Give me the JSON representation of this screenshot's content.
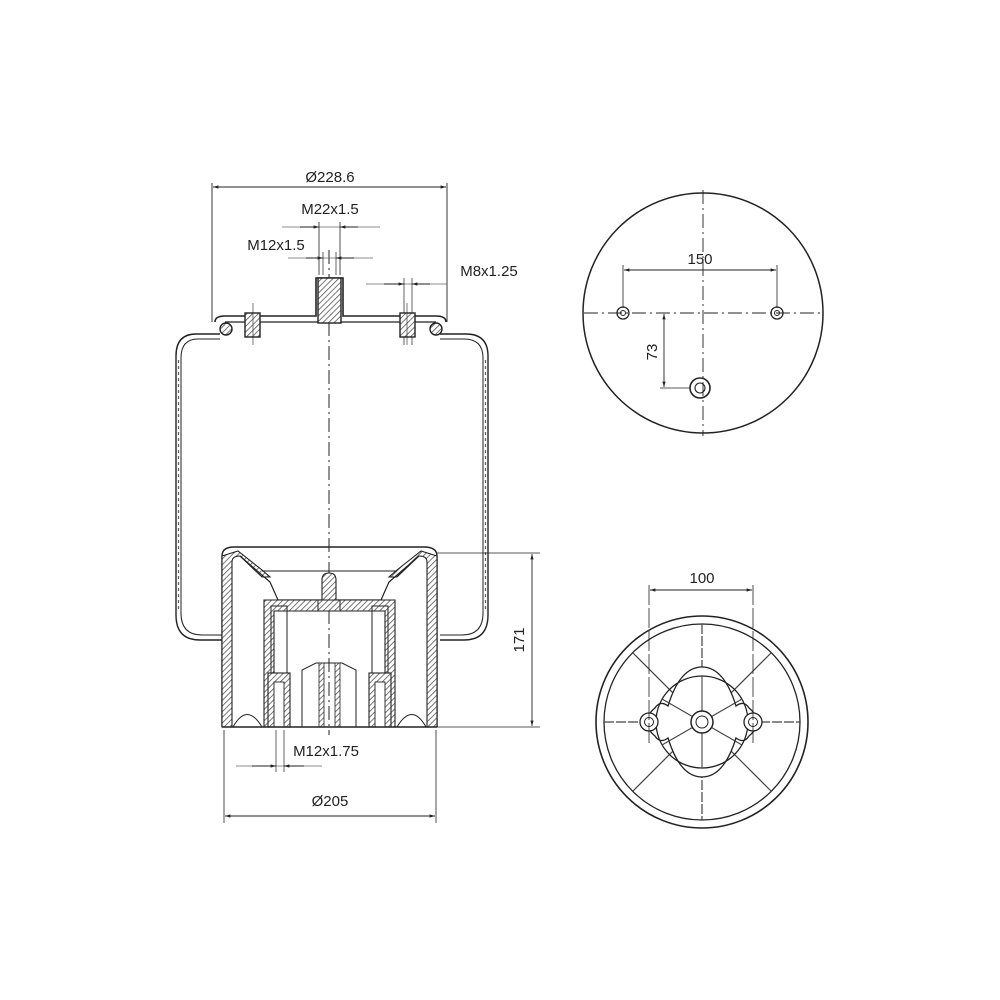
{
  "drawing": {
    "type": "air spring technical drawing",
    "side_view": {
      "top_diameter": "Ø228.6",
      "center_stud_thread": "M22x1.5",
      "air_inlet_thread": "M12x1.5",
      "side_stud_thread": "M8x1.25",
      "piston_height": "171",
      "piston_bolt_thread": "M12x1.75",
      "piston_diameter": "Ø205"
    },
    "top_view": {
      "stud_spacing": "150",
      "inlet_offset": "73"
    },
    "bottom_view": {
      "bolt_spacing": "100"
    }
  },
  "colors": {
    "line": "#222222",
    "hatch": "#555555",
    "background": "#ffffff"
  }
}
